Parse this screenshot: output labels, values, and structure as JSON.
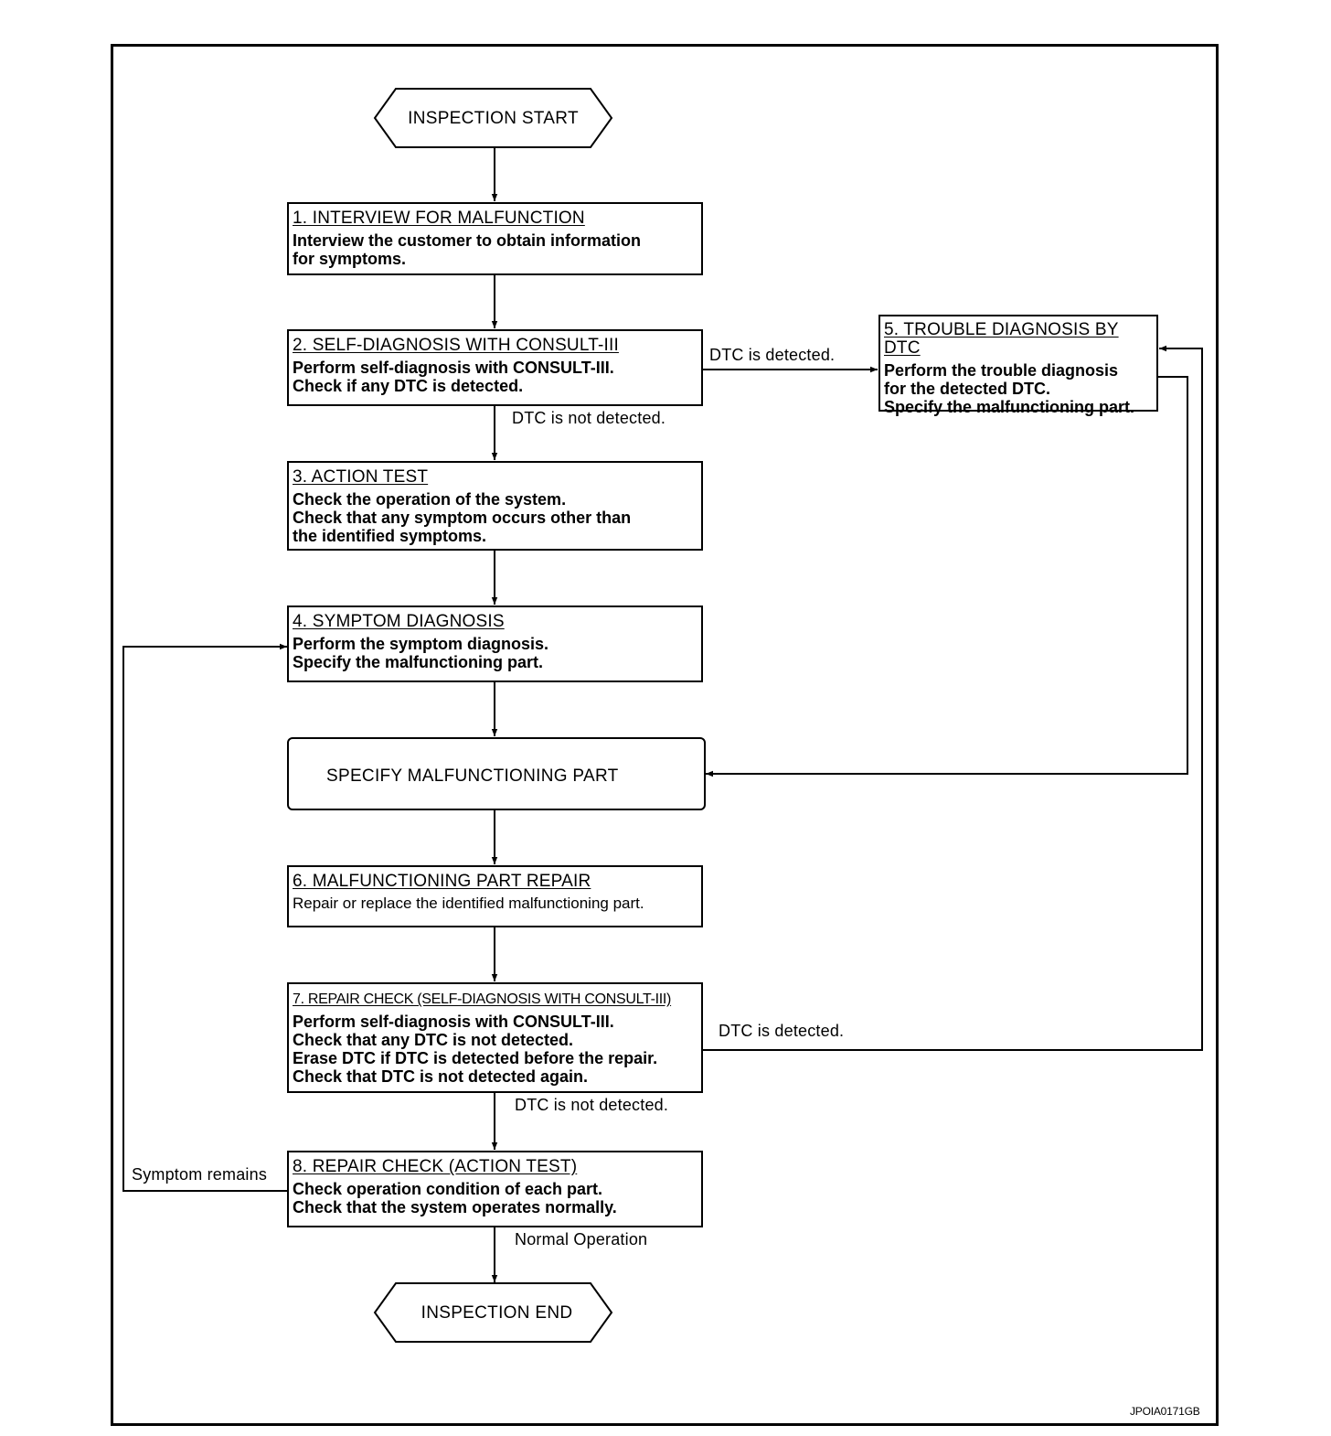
{
  "terminals": {
    "start": "INSPECTION START",
    "end": "INSPECTION END"
  },
  "steps": {
    "s1": {
      "title": "1. INTERVIEW FOR MALFUNCTION",
      "lines": [
        "Interview the customer to obtain information",
        "for symptoms."
      ]
    },
    "s2": {
      "title": "2. SELF-DIAGNOSIS WITH CONSULT-III",
      "lines": [
        "Perform self-diagnosis with CONSULT-III.",
        "Check if any DTC is detected."
      ]
    },
    "s3": {
      "title": "3. ACTION TEST",
      "lines": [
        "Check the operation of the system.",
        "Check that any symptom occurs other than",
        "the identified symptoms."
      ]
    },
    "s4": {
      "title": "4. SYMPTOM DIAGNOSIS",
      "lines": [
        "Perform the symptom diagnosis.",
        "Specify the malfunctioning part."
      ]
    },
    "s5": {
      "title": "5. TROUBLE DIAGNOSIS BY DTC",
      "lines": [
        "Perform the trouble diagnosis",
        "for the detected DTC.",
        "Specify the malfunctioning part."
      ]
    },
    "specify": {
      "title": "SPECIFY MALFUNCTIONING PART"
    },
    "s6": {
      "title": "6. MALFUNCTIONING PART REPAIR",
      "lines": [
        "Repair or replace the identified malfunctioning part."
      ]
    },
    "s7": {
      "title": "7. REPAIR CHECK (SELF-DIAGNOSIS WITH CONSULT-III)",
      "lines": [
        "Perform self-diagnosis with CONSULT-III.",
        "Check that any DTC is not detected.",
        "Erase DTC if DTC is detected before the repair.",
        "Check that DTC is not detected again."
      ]
    },
    "s8": {
      "title": "8. REPAIR CHECK (ACTION TEST)",
      "lines": [
        "Check operation condition of each part.",
        "Check that the system operates normally."
      ]
    }
  },
  "labels": {
    "s2_yes": "DTC is detected.",
    "s2_no": "DTC is not detected.",
    "s7_yes": "DTC is detected.",
    "s7_no": "DTC is not detected.",
    "s8_fail": "Symptom remains",
    "s8_ok": "Normal Operation"
  },
  "figure_code": "JPOIA0171GB"
}
